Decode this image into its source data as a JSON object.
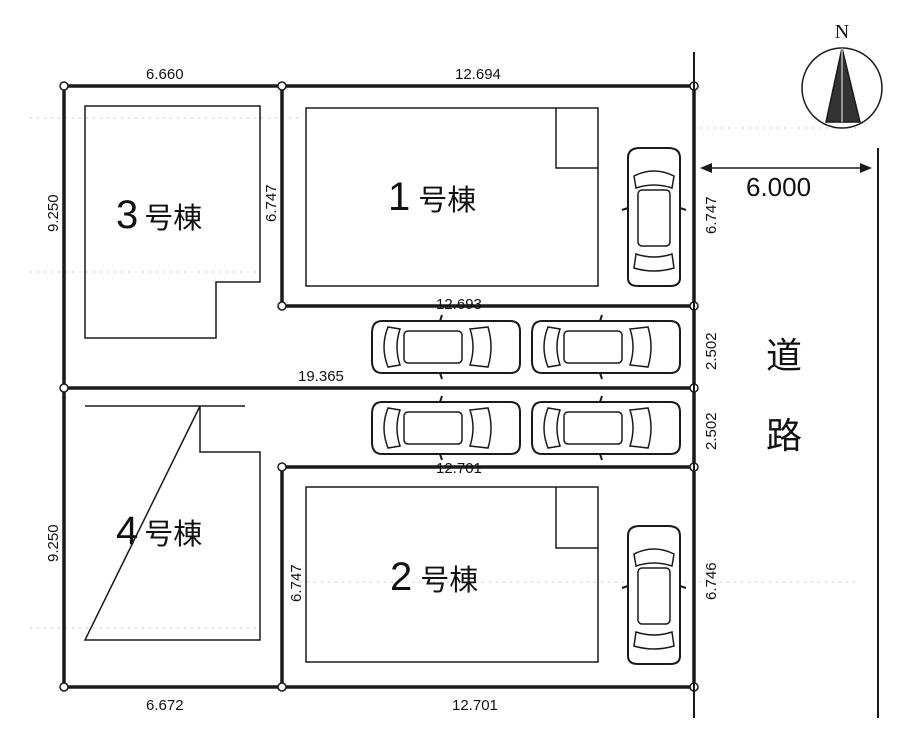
{
  "lots": [
    {
      "number": "1",
      "suffix": "号棟"
    },
    {
      "number": "2",
      "suffix": "号棟"
    },
    {
      "number": "3",
      "suffix": "号棟"
    },
    {
      "number": "4",
      "suffix": "号棟"
    }
  ],
  "dimensions": {
    "lot3_top": "6.660",
    "lot1_top": "12.694",
    "lot3_left": "9.250",
    "lot1_left": "6.747",
    "lot1_right": "6.747",
    "lot1_bottom": "12.693",
    "drive_top_right": "2.502",
    "center_line": "19.365",
    "drive_bottom_right": "2.502",
    "lot2_top": "12.701",
    "lot4_left": "9.250",
    "lot2_left": "6.747",
    "lot2_right": "6.746",
    "lot4_bottom": "6.672",
    "lot2_bottom": "12.701"
  },
  "road": {
    "char1": "道",
    "char2": "路",
    "width": "6.000"
  },
  "compass": {
    "label": "N"
  },
  "colors": {
    "line": "#1a1a1a",
    "car_fill": "#ffffff",
    "north_fill": "#333333"
  }
}
